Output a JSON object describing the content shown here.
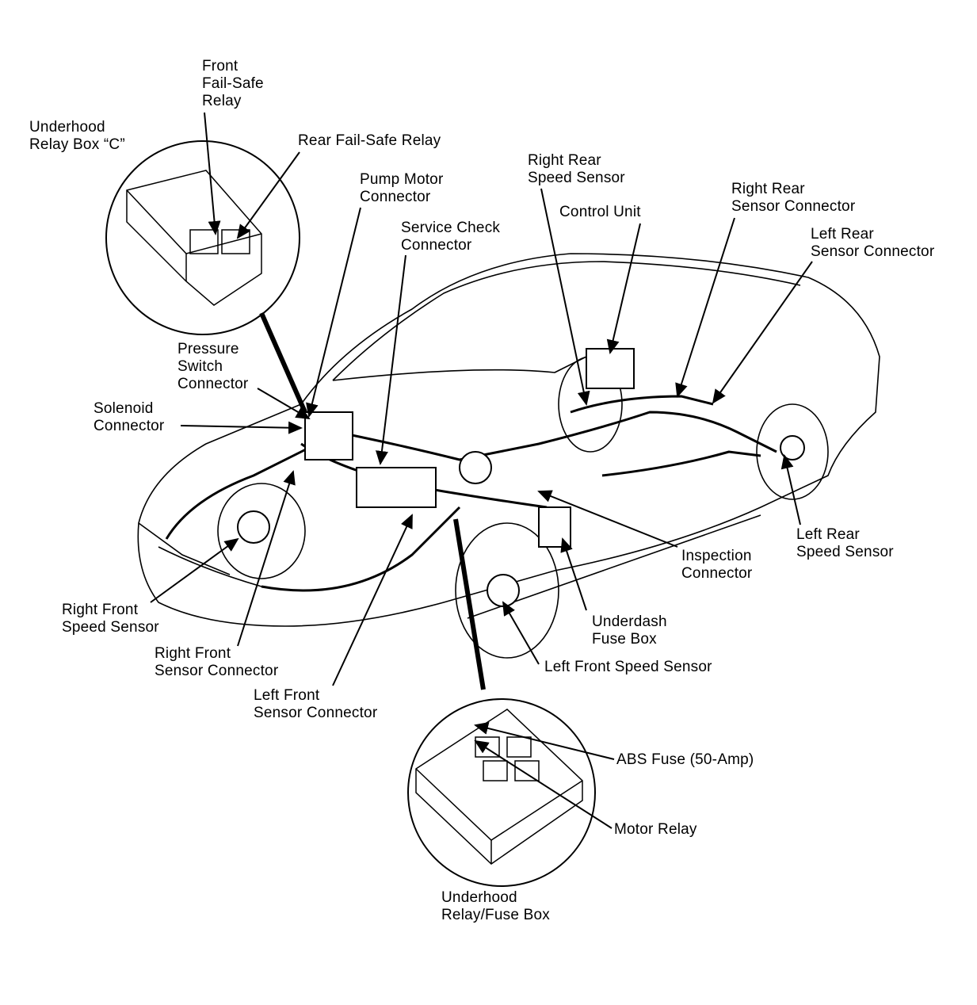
{
  "labels": [
    "Front\nFail-Safe\nRelay",
    "Underhood\nRelay Box “C”",
    "Rear Fail-Safe Relay",
    "Pump Motor\nConnector",
    "Service Check\nConnector",
    "Right Rear\nSpeed Sensor",
    "Control Unit",
    "Right Rear\nSensor Connector",
    "Left Rear\nSensor Connector",
    "Pressure\nSwitch\nConnector",
    "Solenoid\nConnector",
    "Inspection\nConnector",
    "Left Rear\nSpeed Sensor",
    "Right Front\nSpeed Sensor",
    "Underdash\nFuse Box",
    "Right Front\nSensor Connector",
    "Left Front Speed Sensor",
    "Left Front\nSensor Connector",
    "ABS Fuse (50-Amp)",
    "Motor Relay",
    "Underhood\nRelay/Fuse Box"
  ]
}
